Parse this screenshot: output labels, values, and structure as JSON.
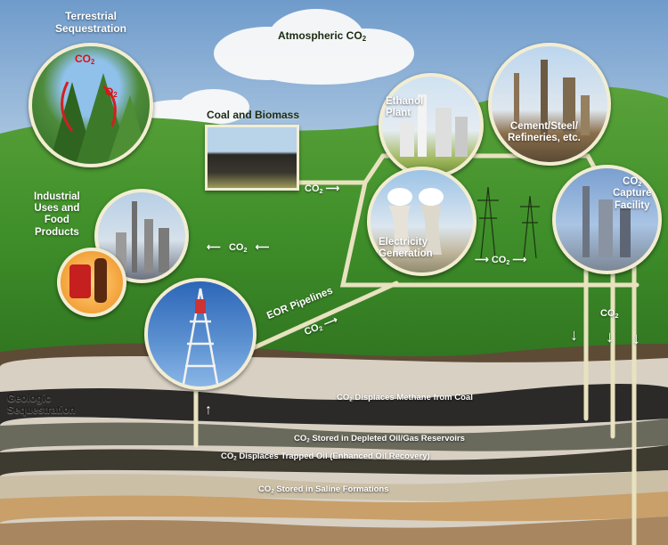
{
  "labels": {
    "terrestrial": [
      "Terrestrial",
      "Sequestration"
    ],
    "atmospheric": "Atmospheric CO",
    "coal_biomass": "Coal and Biomass",
    "ethanol": [
      "Ethanol",
      "Plant"
    ],
    "cement": [
      "Cement/Steel/",
      "Refineries, etc."
    ],
    "industrial": [
      "Industrial",
      "Uses and",
      "Food",
      "Products"
    ],
    "electricity": [
      "Electricity",
      "Generation"
    ],
    "capture": [
      "CO",
      "Capture",
      "Facility"
    ],
    "eor_pipelines": "EOR Pipelines",
    "geologic": [
      "Geologic",
      "Sequestration"
    ],
    "co2": "CO",
    "o2": "O",
    "sub2": "2"
  },
  "layers": {
    "methane": [
      "CO",
      "2",
      " Displaces Methane from Coal"
    ],
    "depleted": [
      "CO",
      "2",
      " Stored in Depleted Oil/Gas Reservoirs"
    ],
    "eor": [
      "CO",
      "2",
      " Displaces Trapped Oil (Enhanced Oil Recovery)"
    ],
    "saline": [
      "CO",
      "2",
      " Stored in Saline Formations"
    ]
  },
  "colors": {
    "sky": "#8fb4d8",
    "grass": "#3f8f2a",
    "pipe": "#e8e2bf",
    "coal_layer": "#2b2a28",
    "sand_layer": "#c9a06a"
  },
  "icons": [
    "cloud-icon",
    "tree-icon",
    "factory-icon",
    "power-tower-icon",
    "drill-rig-icon",
    "soda-can-icon",
    "bottle-icon"
  ]
}
